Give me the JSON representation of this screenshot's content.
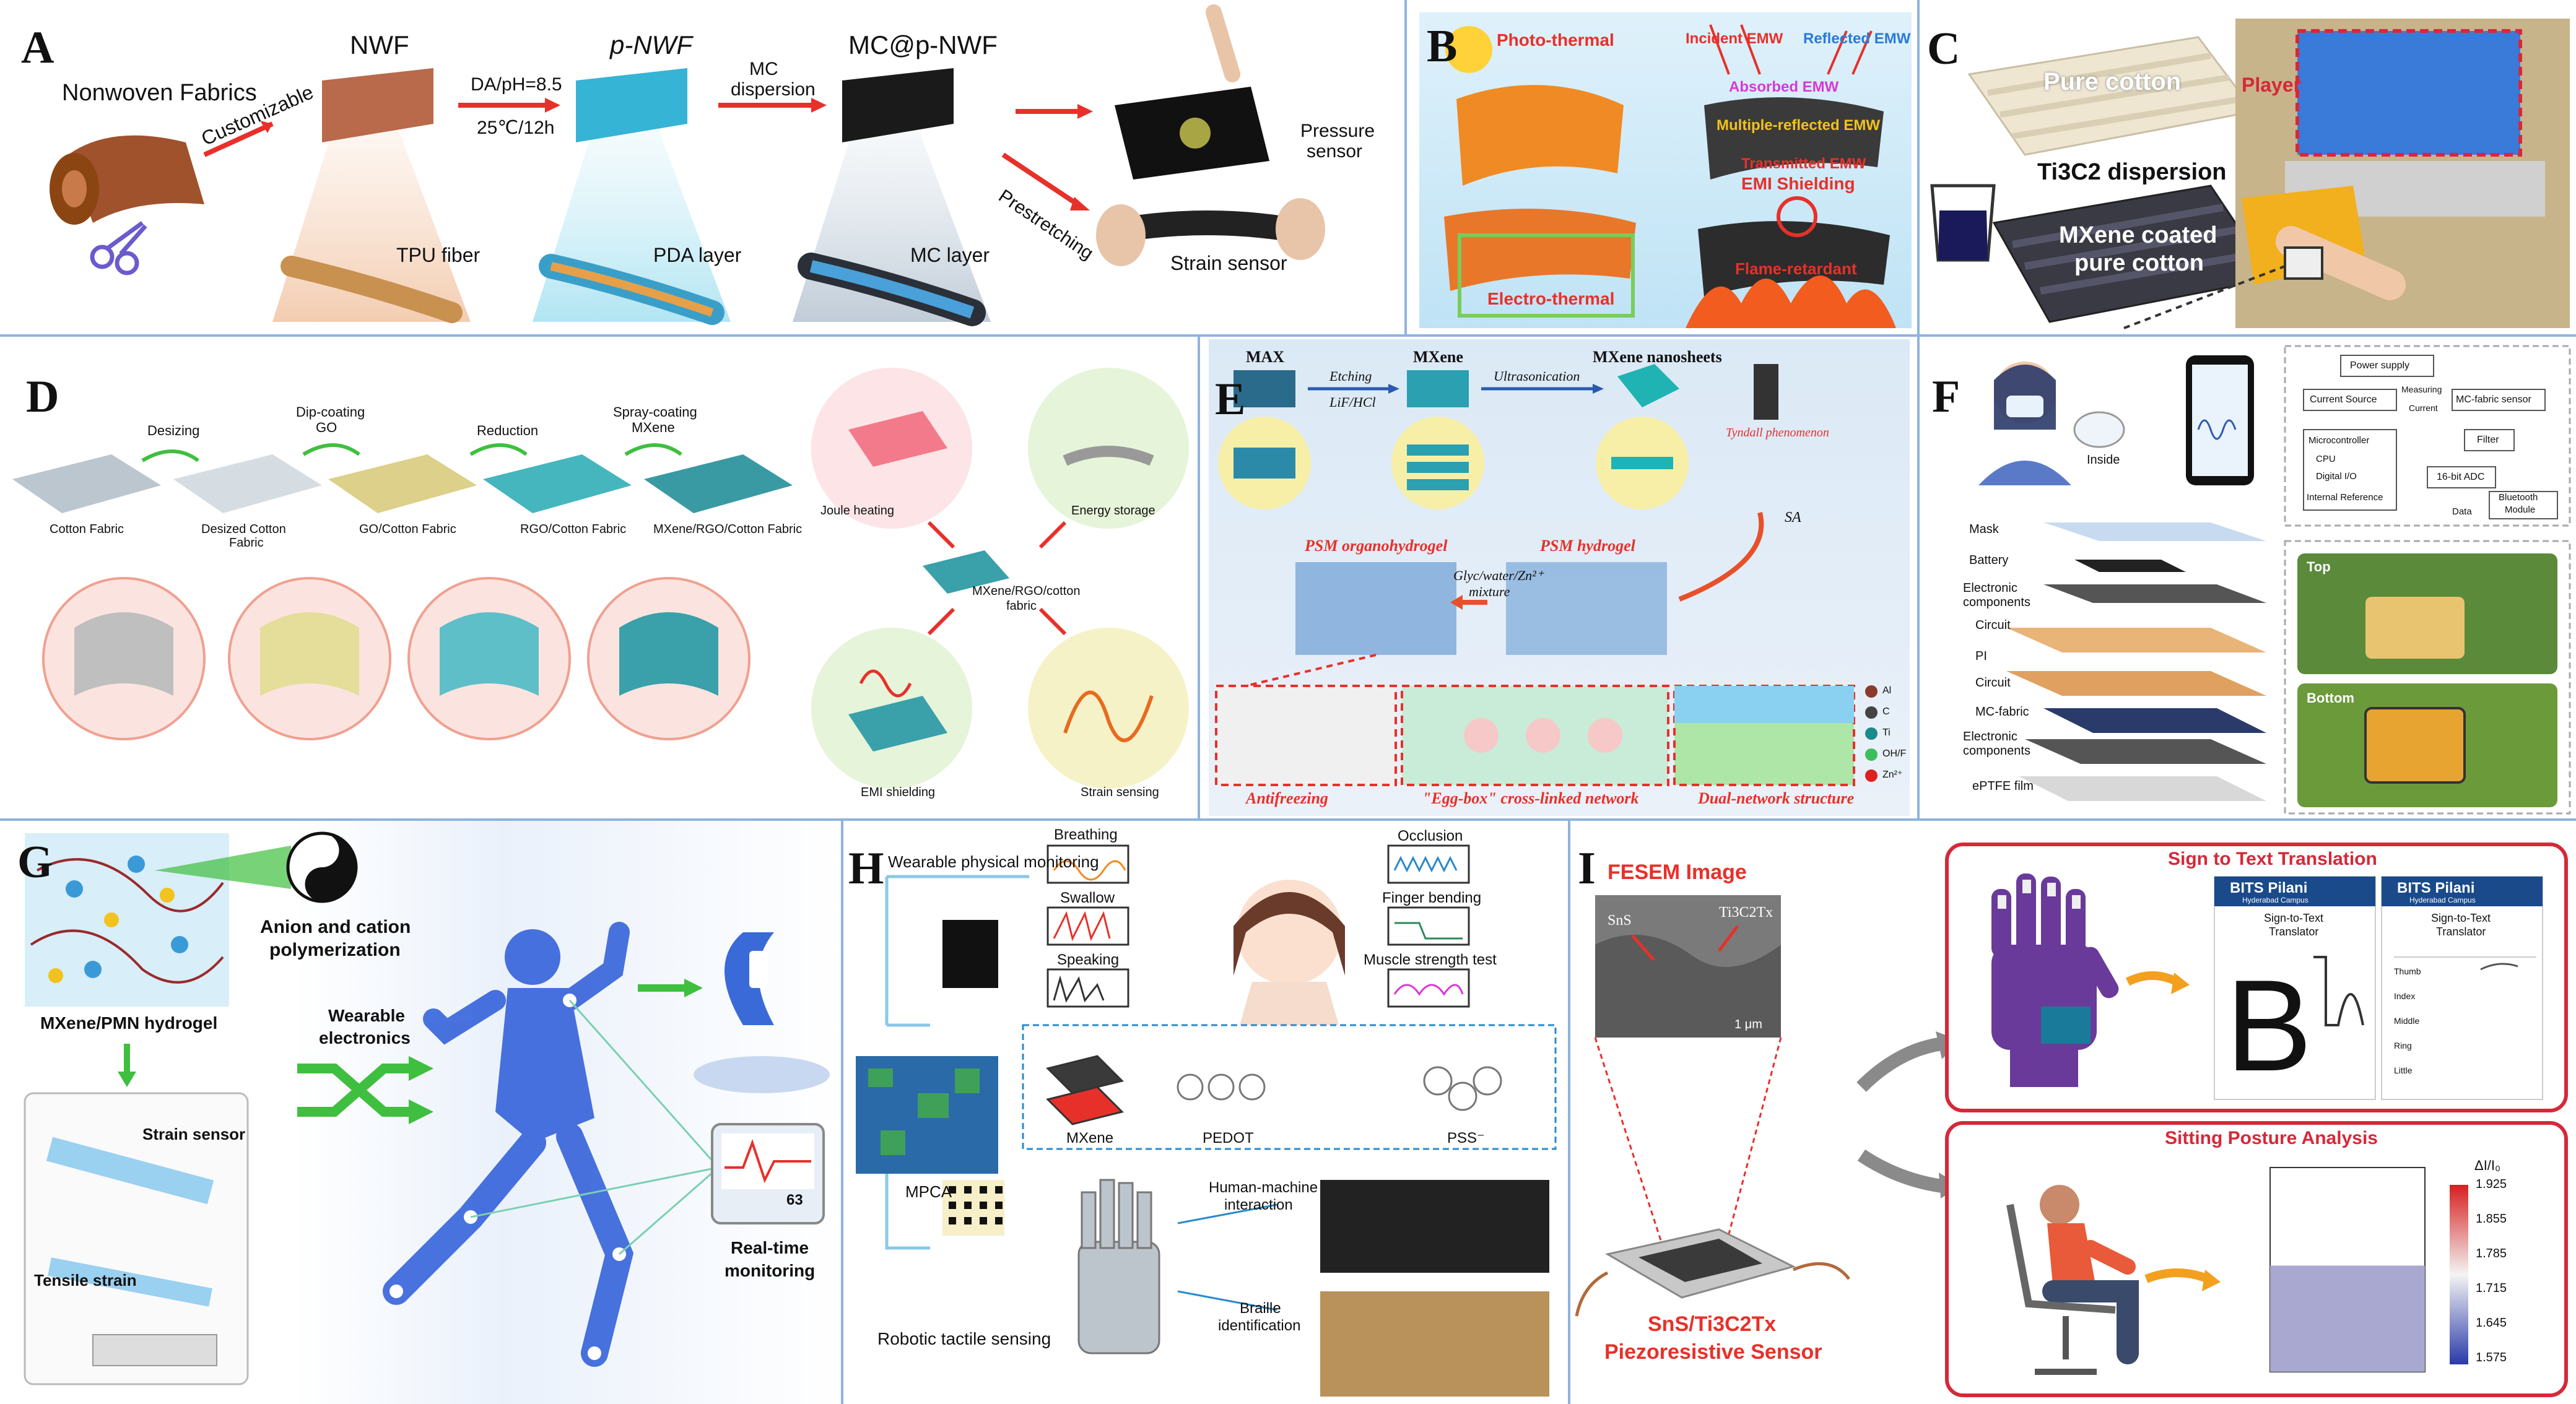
{
  "panels": {
    "A": {
      "label": "A",
      "nonwoven": "Nonwoven Fabrics",
      "customizable": "Customizable",
      "nwf": "NWF",
      "dacond": "DA/pH=8.5",
      "tempcond": "25℃/12h",
      "pnwf": "p-NWF",
      "mcdisp1": "MC",
      "mcdisp2": "dispersion",
      "mcpnwf": "MC@p-NWF",
      "prestretching": "Prestretching",
      "pressure1": "Pressure",
      "pressure2": "sensor",
      "strain": "Strain sensor",
      "tpu": "TPU fiber",
      "pda": "PDA layer",
      "mclayer": "MC layer"
    },
    "B": {
      "label": "B",
      "photothermal": "Photo-thermal",
      "incident": "Incident EMW",
      "reflected": "Reflected EMW",
      "absorbed": "Absorbed EMW",
      "multiple": "Multiple-reflected EMW",
      "transmitted": "Transmitted EMW",
      "emi": "EMI Shielding",
      "flame": "Flame-retardant",
      "electro": "Electro-thermal"
    },
    "C": {
      "label": "C",
      "purecotton": "Pure cotton",
      "player": "Player",
      "disp": "Ti3C2 dispersion",
      "coated1": "MXene coated",
      "coated2": "pure cotton"
    },
    "D": {
      "label": "D",
      "desizing": "Desizing",
      "dipcoat1": "Dip-coating",
      "dipcoat2": "GO",
      "reduction": "Reduction",
      "spray1": "Spray-coating",
      "spray2": "MXene",
      "cotton": "Cotton Fabric",
      "desized1": "Desized Cotton",
      "desized2": "Fabric",
      "gocotton": "GO/Cotton Fabric",
      "rgocotton": "RGO/Cotton Fabric",
      "mxcotton": "MXene/RGO/Cotton Fabric",
      "joule": "Joule heating",
      "energy": "Energy storage",
      "center1": "MXene/RGO/cotton",
      "center2": "fabric",
      "emi": "EMI shielding",
      "strain": "Strain sensing"
    },
    "E": {
      "label": "E",
      "max": "MAX",
      "etching": "Etching",
      "lif": "LiF/HCl",
      "mxene": "MXene",
      "ultra": "Ultrasonication",
      "nanosheets": "MXene nanosheets",
      "tyndall": "Tyndall phenomenon",
      "sa": "SA",
      "organo": "PSM organohydrogel",
      "glyc1": "Glyc/water/Zn²⁺",
      "glyc2": "mixture",
      "psmh": "PSM hydrogel",
      "anti": "Antifreezing",
      "egg": "\"Egg-box\" cross-linked network",
      "dual": "Dual-network structure",
      "legend": [
        "Al",
        "C",
        "Ti",
        "OH/F",
        "Zn²⁺"
      ],
      "legend_colors": [
        "#8a3b2a",
        "#444444",
        "#1b8a8a",
        "#3cbf5a",
        "#e02020"
      ]
    },
    "F": {
      "label": "F",
      "inside": "Inside",
      "power": "Power supply",
      "currentsrc": "Current Source",
      "measuring": "Measuring",
      "current": "Current",
      "mcsensor": "MC-fabric sensor",
      "micro": "Microcontroller",
      "cpu": "CPU",
      "digital": "Digital I/O",
      "filter": "Filter",
      "adc": "16-bit ADC",
      "internal": "Internal Reference",
      "bluetooth1": "Bluetooth",
      "bluetooth2": "Module",
      "data": "Data",
      "mask": "Mask",
      "battery": "Battery",
      "elec1": "Electronic",
      "elec2": "components",
      "circuit": "Circuit",
      "pi": "PI",
      "mcfabric": "MC-fabric",
      "eptfe": "ePTFE film",
      "top": "Top",
      "bottom": "Bottom"
    },
    "G": {
      "label": "G",
      "anion1": "Anion and cation",
      "anion2": "polymerization",
      "hydrogel": "MXene/PMN hydrogel",
      "wearable1": "Wearable",
      "wearable2": "electronics",
      "strainsensor": "Strain sensor",
      "tensile": "Tensile strain",
      "realtime1": "Real-time",
      "realtime2": "monitoring",
      "hr": "63"
    },
    "H": {
      "label": "H",
      "wearable": "Wearable physical monitoring",
      "breathing": "Breathing",
      "swallow": "Swallow",
      "speaking": "Speaking",
      "occlusion": "Occlusion",
      "finger": "Finger bending",
      "muscle": "Muscle strength test",
      "mpca": "MPCA",
      "mxene": "MXene",
      "pedot": "PEDOT",
      "pss": "PSS⁻",
      "hmi1": "Human-machine",
      "hmi2": "interaction",
      "braille1": "Braille",
      "braille2": "identification",
      "robotic": "Robotic tactile sensing"
    },
    "I": {
      "label": "I",
      "fesem": "FESEM Image",
      "sns": "SnS",
      "ti3c2": "Ti3C2Tx",
      "scale": "1 μm",
      "sensor1": "SnS/Ti3C2Tx",
      "sensor2": "Piezoresistive Sensor",
      "sign": "Sign to Text Translation",
      "bits": "BITS Pilani",
      "campus": "Hyderabad Campus",
      "s2t1": "Sign-to-Text",
      "s2t2": "Translator",
      "letter": "B",
      "fingers": [
        "Thumb",
        "Index",
        "Middle",
        "Ring",
        "Little"
      ],
      "sitting": "Sitting Posture Analysis",
      "di": "ΔI/I₀",
      "colorbar": [
        1.925,
        1.855,
        1.785,
        1.715,
        1.645,
        1.575
      ],
      "bar_fill": 0.52
    }
  },
  "colors": {
    "separator": "#8fb3e0",
    "red_frame": "#d62839",
    "mxene_teal": "#1fb3b3",
    "arrow_red": "#e8302a",
    "arrow_green": "#3fbf3f"
  }
}
